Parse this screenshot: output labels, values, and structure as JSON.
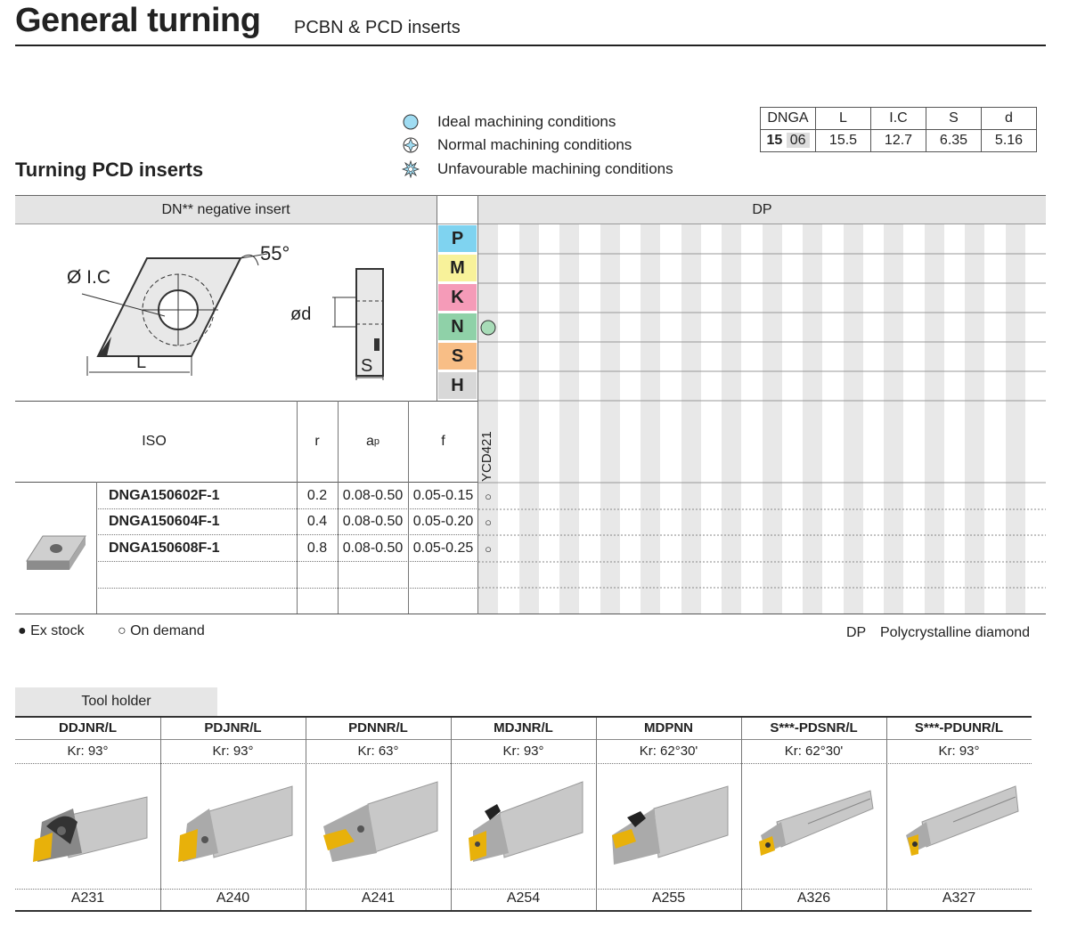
{
  "header": {
    "title": "General turning",
    "subtitle": "PCBN & PCD inserts"
  },
  "section_title": "Turning PCD inserts",
  "legend": [
    {
      "icon": "ideal-icon",
      "label": "Ideal machining conditions"
    },
    {
      "icon": "normal-icon",
      "label": "Normal machining conditions"
    },
    {
      "icon": "unfavourable-icon",
      "label": "Unfavourable machining conditions"
    }
  ],
  "dimensions": {
    "headers": [
      "DNGA",
      "L",
      "I.C",
      "S",
      "d"
    ],
    "size": "15",
    "size_sub": "06",
    "values": [
      "15.5",
      "12.7",
      "6.35",
      "5.16"
    ]
  },
  "insert_table": {
    "left_header": "DN** negative insert",
    "right_header": "DP",
    "drawing_labels": {
      "angle": "55°",
      "ic": "Ø I.C",
      "length": "L",
      "diameter": "ød",
      "thickness": "S"
    },
    "materials": [
      {
        "code": "P",
        "color": "#7fd3f0"
      },
      {
        "code": "M",
        "color": "#f8f29a"
      },
      {
        "code": "K",
        "color": "#f59bb8"
      },
      {
        "code": "N",
        "color": "#8fd1a8"
      },
      {
        "code": "S",
        "color": "#f8be86"
      },
      {
        "code": "H",
        "color": "#d8d8d8"
      }
    ],
    "n_marker_color": "#a8dcb8",
    "columns": {
      "iso": "ISO",
      "r": "r",
      "ap": "a",
      "ap_sub": "p",
      "f": "f"
    },
    "grade": "YCD421",
    "rows": [
      {
        "iso": "DNGA150602F-1",
        "r": "0.2",
        "ap": "0.08-0.50",
        "f": "0.05-0.15",
        "stock": "○"
      },
      {
        "iso": "DNGA150604F-1",
        "r": "0.4",
        "ap": "0.08-0.50",
        "f": "0.05-0.20",
        "stock": "○"
      },
      {
        "iso": "DNGA150608F-1",
        "r": "0.8",
        "ap": "0.08-0.50",
        "f": "0.05-0.25",
        "stock": "○"
      }
    ]
  },
  "footer": {
    "ex_stock": "● Ex stock",
    "on_demand": "○ On demand",
    "dp_code": "DP",
    "dp_desc": "Polycrystalline diamond"
  },
  "tool_holder": {
    "tab_label": "Tool holder",
    "holders": [
      {
        "name": "DDJNR/L",
        "kr": "Kr: 93°",
        "ref": "A231"
      },
      {
        "name": "PDJNR/L",
        "kr": "Kr: 93°",
        "ref": "A240"
      },
      {
        "name": "PDNNR/L",
        "kr": "Kr: 63°",
        "ref": "A241"
      },
      {
        "name": "MDJNR/L",
        "kr": "Kr: 93°",
        "ref": "A254"
      },
      {
        "name": "MDPNN",
        "kr": "Kr: 62°30'",
        "ref": "A255"
      },
      {
        "name": "S***-PDSNR/L",
        "kr": "Kr: 62°30'",
        "ref": "A326"
      },
      {
        "name": "S***-PDUNR/L",
        "kr": "Kr: 93°",
        "ref": "A327"
      }
    ]
  }
}
